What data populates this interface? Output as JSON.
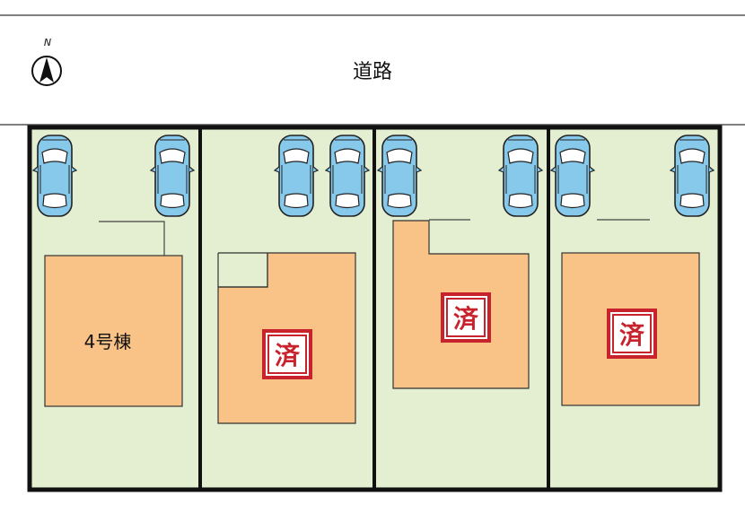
{
  "road": {
    "label": "道路"
  },
  "compass": {
    "label": "N",
    "icon": "north-arrow-icon"
  },
  "lots": [
    {
      "name": "4号棟",
      "status": ""
    },
    {
      "name": "",
      "status": "済"
    },
    {
      "name": "",
      "status": "済"
    },
    {
      "name": "",
      "status": "済"
    }
  ],
  "colors": {
    "lot_background": "#e3efd0",
    "house": "#f9c388",
    "boundary": "#111111",
    "car_body": "#86c9ea",
    "sold_badge": "#c8232c"
  }
}
